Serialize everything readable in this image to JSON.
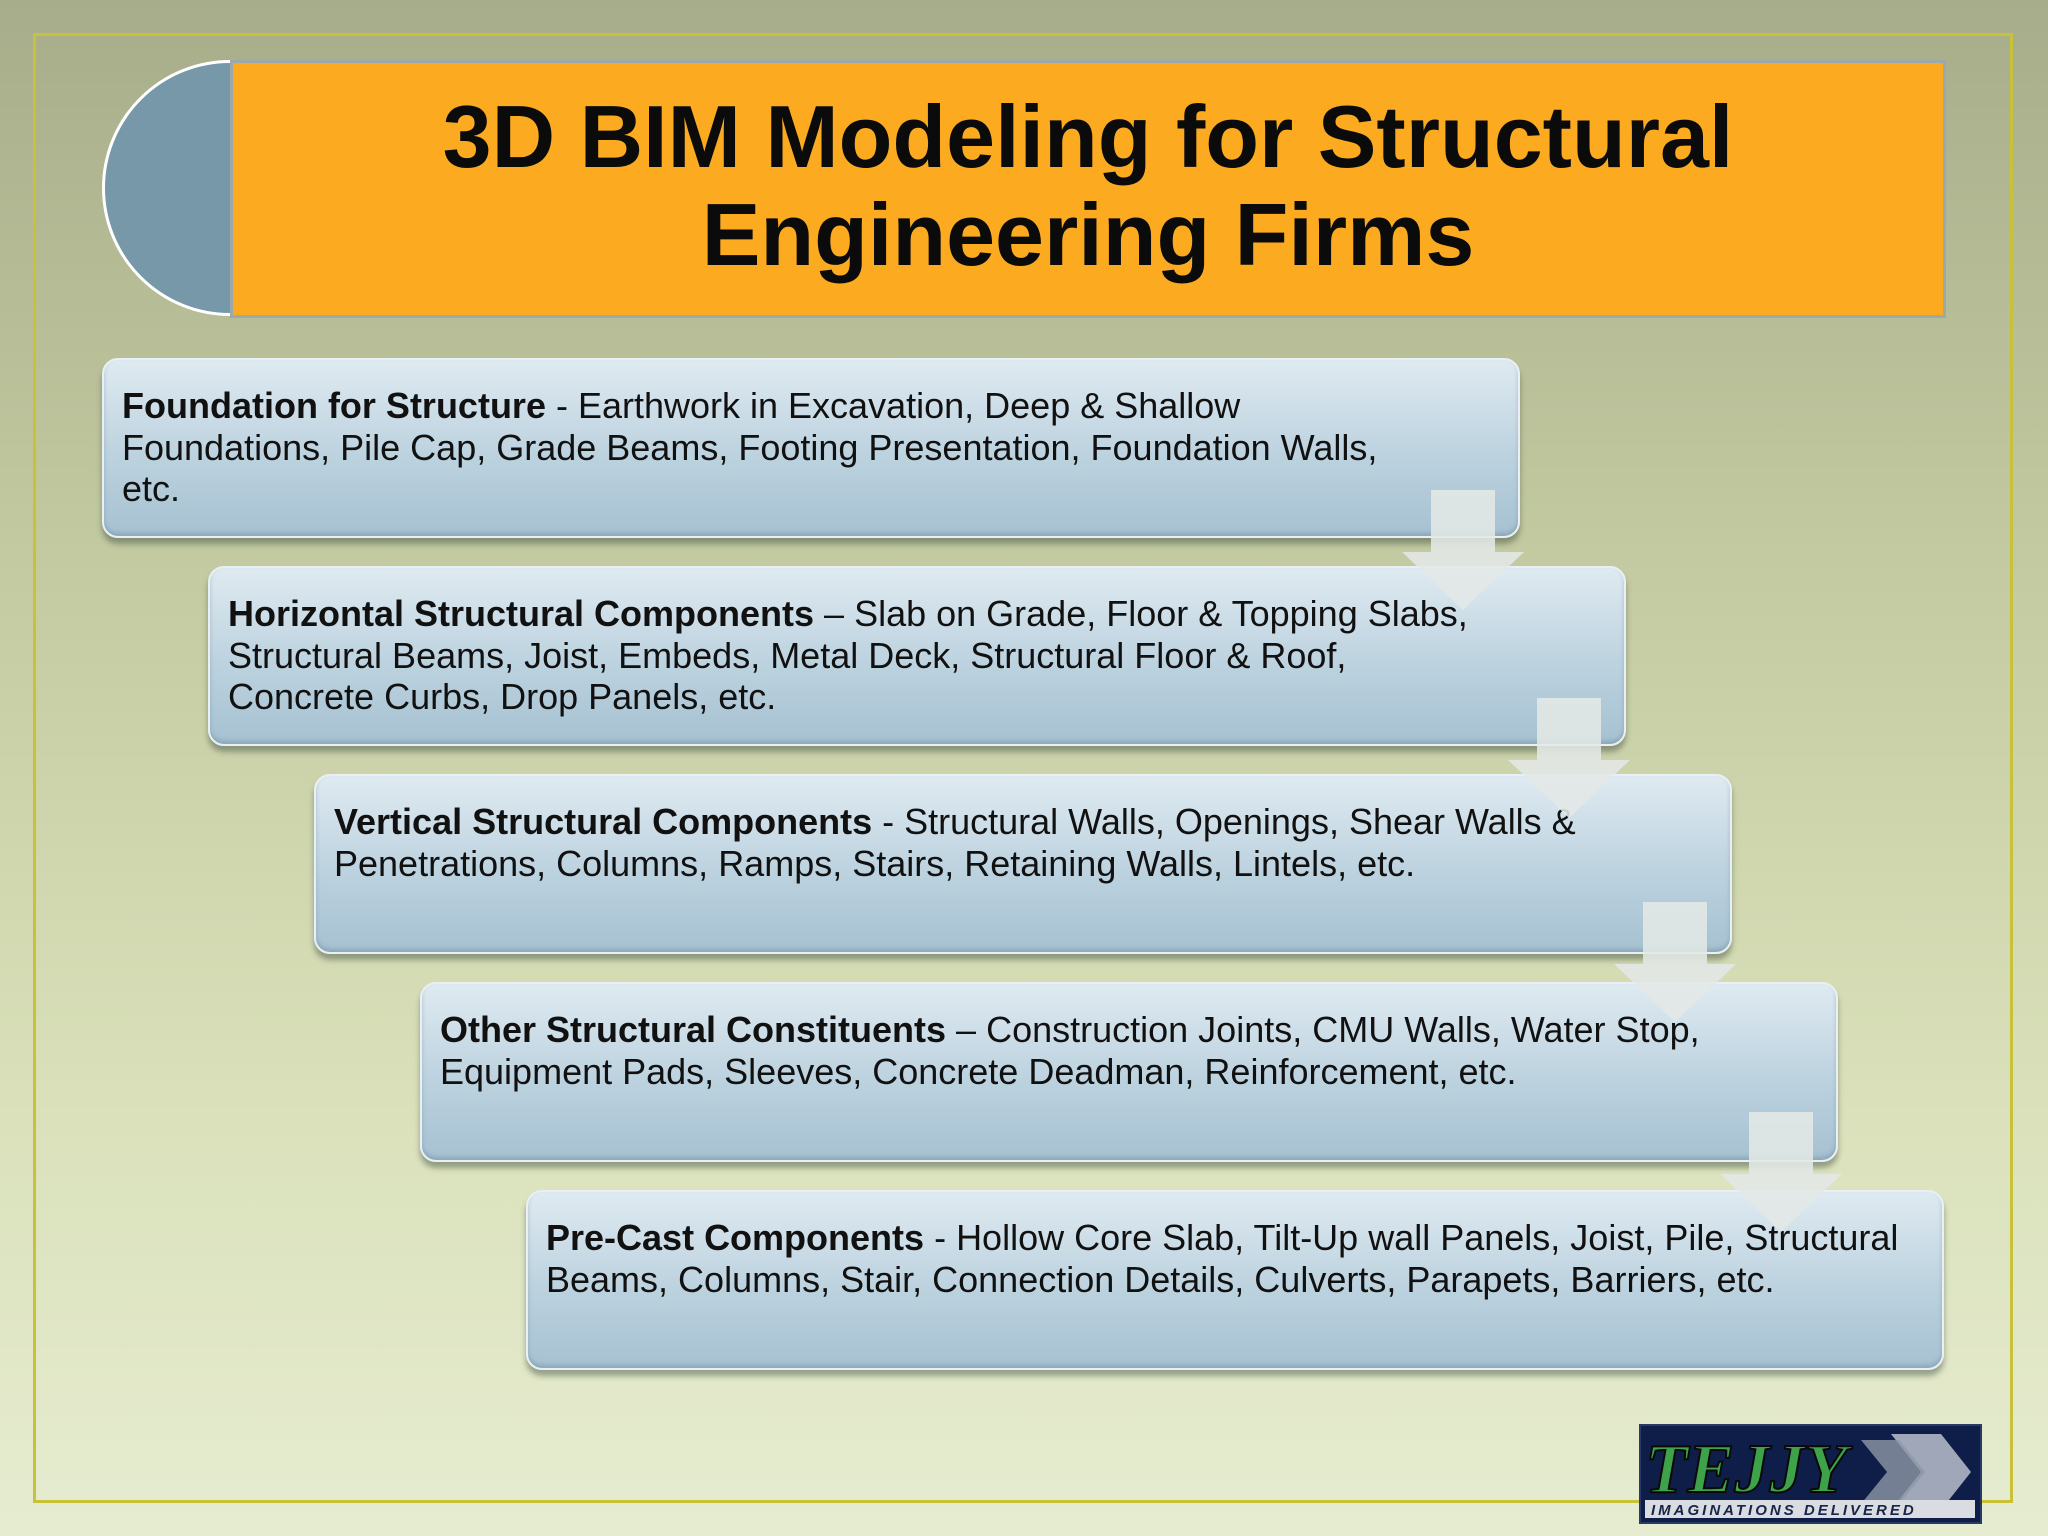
{
  "title": {
    "line1": "3D BIM Modeling for Structural",
    "line2": "Engineering Firms"
  },
  "steps": [
    {
      "heading": "Foundation for Structure",
      "separator": " - ",
      "body": "Earthwork in Excavation, Deep & Shallow Foundations, Pile Cap, Grade Beams, Footing Presentation, Foundation Walls, etc."
    },
    {
      "heading": "Horizontal Structural Components",
      "separator": " – ",
      "body": "Slab on Grade, Floor & Topping Slabs, Structural Beams, Joist, Embeds, Metal Deck, Structural Floor & Roof, Concrete Curbs, Drop Panels, etc."
    },
    {
      "heading": "Vertical Structural Components",
      "separator": " - ",
      "body": "Structural Walls, Openings, Shear Walls & Penetrations, Columns, Ramps, Stairs, Retaining Walls, Lintels, etc."
    },
    {
      "heading": "Other Structural Constituents",
      "separator": " – ",
      "body": "Construction Joints, CMU Walls, Water Stop, Equipment Pads, Sleeves, Concrete Deadman, Reinforcement, etc."
    },
    {
      "heading": "Pre-Cast Components",
      "separator": " - ",
      "body": "Hollow Core Slab, Tilt-Up wall Panels, Joist, Pile, Structural Beams, Columns, Stair, Connection Details, Culverts, Parapets, Barriers, etc."
    }
  ],
  "logo": {
    "name": "TEJJY",
    "tagline": "IMAGINATIONS DELIVERED"
  },
  "colors": {
    "title_bar": "#fcab21",
    "title_disc": "#7698a8",
    "frame": "#c9c236",
    "step_fill": "#bcd2df",
    "logo_bg": "#0f1e48"
  }
}
